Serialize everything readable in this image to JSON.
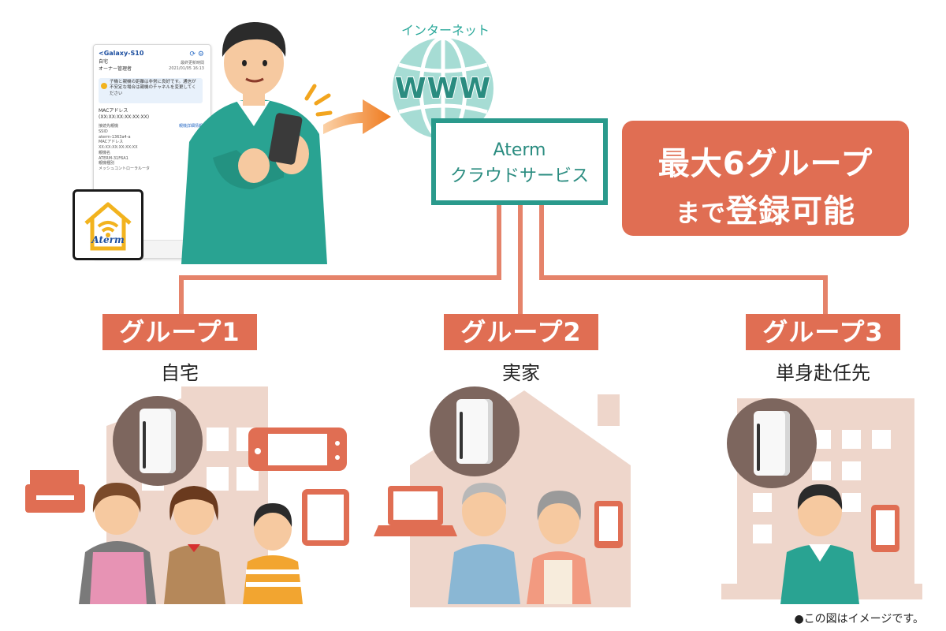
{
  "phone_screen": {
    "title": "<Galaxy-S10",
    "location": "自宅",
    "role": "オーナー管理者",
    "last_update_label": "最終更新時間",
    "last_update": "2021/01/05 16:13",
    "notice": "子機と親機の距離は非常に良好です。通信が不安定な場合は親機のチャネルを変更してください",
    "mac_label": "MACアドレス",
    "mac_value": "(XX:XX:XX:XX:XX:XX)",
    "detail_link": "親機詳細情報",
    "details": [
      "接続先親機",
      "SSID",
      "aterm-1363a4-a",
      "MACアドレス",
      "XX:XX:XX:XX:XX:XX",
      "親機名",
      "ATERM-31F6A1",
      "親機種別",
      "メッシュコントローラルータ"
    ]
  },
  "app_icon": {
    "label": "Aterm"
  },
  "internet": {
    "label": "インターネット",
    "globe_text": "WWW"
  },
  "cloud": {
    "line1": "Aterm",
    "line2": "クラウドサービス"
  },
  "callout": {
    "line1_big": "最大",
    "line1_num": "6",
    "line1_rest": "グループ",
    "line2_small": "まで",
    "line2_big": "登録可能"
  },
  "groups": [
    {
      "label": "グループ1",
      "place": "自宅"
    },
    {
      "label": "グループ2",
      "place": "実家"
    },
    {
      "label": "グループ3",
      "place": "単身赴任先"
    }
  ],
  "note": "●この図はイメージです。",
  "colors": {
    "accent": "#e06e53",
    "teal": "#2a9a8c",
    "building": "#ecd2c6"
  }
}
